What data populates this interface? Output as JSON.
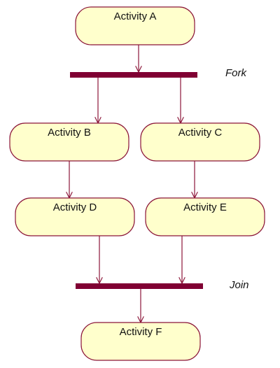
{
  "diagram": {
    "type": "activity",
    "colors": {
      "node_fill": "#ffffcc",
      "node_stroke": "#8b1538",
      "edge": "#8b1538",
      "bar": "#800033"
    },
    "nodes": [
      {
        "id": "A",
        "label": "Activity A"
      },
      {
        "id": "B",
        "label": "Activity B"
      },
      {
        "id": "C",
        "label": "Activity C"
      },
      {
        "id": "D",
        "label": "Activity D"
      },
      {
        "id": "E",
        "label": "Activity E"
      },
      {
        "id": "F",
        "label": "Activity F"
      }
    ],
    "bars": [
      {
        "id": "fork",
        "label": "Fork"
      },
      {
        "id": "join",
        "label": "Join"
      }
    ],
    "edges": [
      {
        "from": "A",
        "to": "fork"
      },
      {
        "from": "fork",
        "to": "B"
      },
      {
        "from": "fork",
        "to": "C"
      },
      {
        "from": "B",
        "to": "D"
      },
      {
        "from": "C",
        "to": "E"
      },
      {
        "from": "D",
        "to": "join"
      },
      {
        "from": "E",
        "to": "join"
      },
      {
        "from": "join",
        "to": "F"
      }
    ]
  }
}
